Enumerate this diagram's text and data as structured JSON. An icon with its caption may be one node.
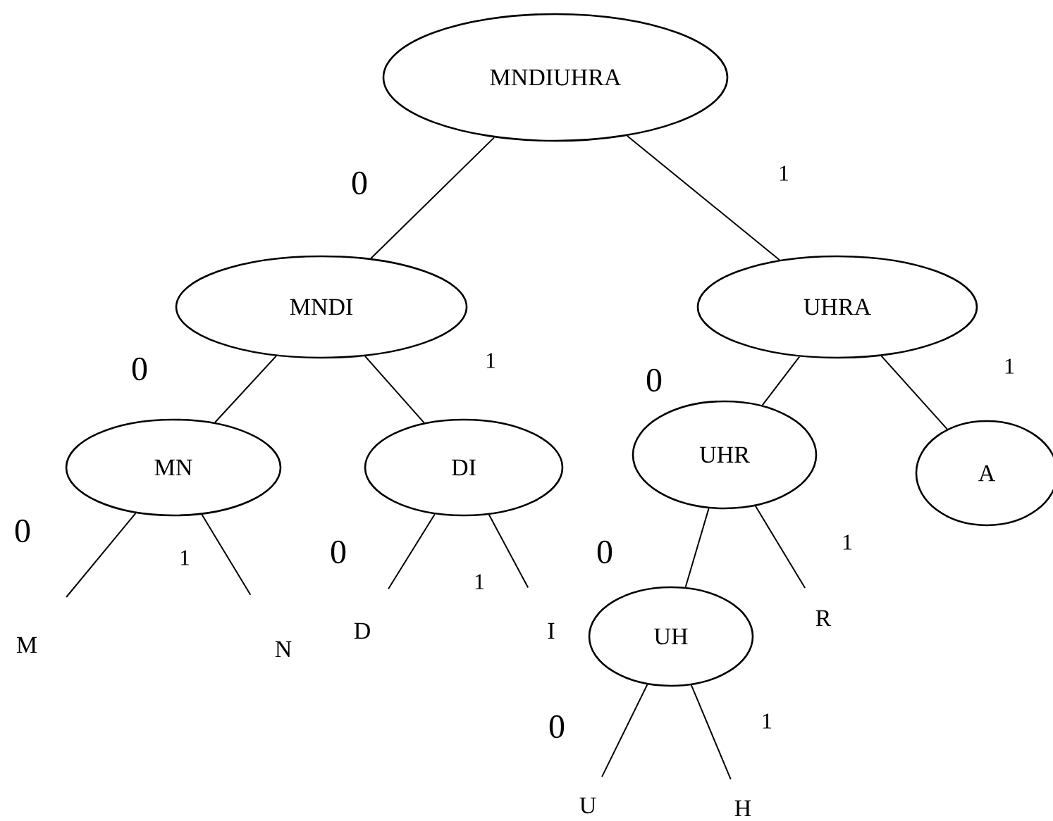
{
  "diagram": {
    "nodes": [
      {
        "text": [
          "MNDIUHRA"
        ]
      },
      {
        "text": [
          "MNDI"
        ]
      },
      {
        "text": [
          "UHRA"
        ]
      },
      {
        "text": [
          "MN"
        ]
      },
      {
        "text": [
          "DI"
        ]
      },
      {
        "text": [
          "UHR"
        ]
      },
      {
        "text": [
          "A"
        ]
      },
      {
        "text": [
          "M"
        ]
      },
      {
        "text": [
          "N"
        ]
      },
      {
        "text": [
          "D"
        ]
      },
      {
        "text": [
          "I"
        ]
      },
      {
        "text": [
          "UH"
        ]
      },
      {
        "text": [
          "R"
        ]
      },
      {
        "text": [
          "U"
        ]
      },
      {
        "text": [
          "H"
        ]
      }
    ],
    "edges": [
      {
        "from": 0,
        "to": 1,
        "arrow": "none",
        "label": "0"
      },
      {
        "from": 0,
        "to": 2,
        "arrow": "none",
        "label": "1"
      },
      {
        "from": 1,
        "to": 3,
        "arrow": "none",
        "label": "0"
      },
      {
        "from": 1,
        "to": 4,
        "arrow": "none",
        "label": "1"
      },
      {
        "from": 2,
        "to": 5,
        "arrow": "none",
        "label": "0"
      },
      {
        "from": 2,
        "to": 6,
        "arrow": "none",
        "label": "1"
      },
      {
        "from": 3,
        "to": 7,
        "arrow": "none",
        "label": "0"
      },
      {
        "from": 3,
        "to": 8,
        "arrow": "none",
        "label": "1"
      },
      {
        "from": 4,
        "to": 9,
        "arrow": "none",
        "label": "0"
      },
      {
        "from": 4,
        "to": 10,
        "arrow": "none",
        "label": "1"
      },
      {
        "from": 5,
        "to": 11,
        "arrow": "none",
        "label": "0"
      },
      {
        "from": 5,
        "to": 12,
        "arrow": "none",
        "label": "1"
      },
      {
        "from": 11,
        "to": 13,
        "arrow": "none",
        "label": "0"
      },
      {
        "from": 11,
        "to": 14,
        "arrow": "none",
        "label": "1"
      }
    ]
  }
}
